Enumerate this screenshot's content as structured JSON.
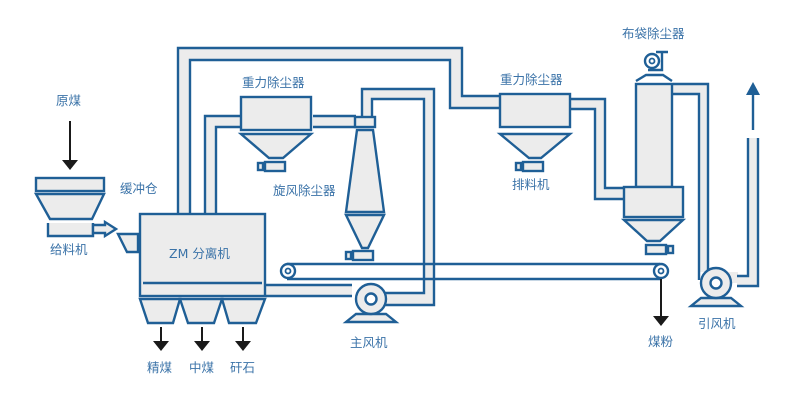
{
  "diagram": {
    "colors": {
      "line": "#1f5f96",
      "fill": "#ececec",
      "text": "#3b73a8",
      "arrow": "#1a1a1a"
    },
    "labels": {
      "raw_coal": "原煤",
      "buffer_bin": "缓冲仓",
      "feeder": "给料机",
      "zm_separator": "ZM 分离机",
      "gravity_collector_1": "重力除尘器",
      "cyclone_collector": "旋风除尘器",
      "gravity_collector_2": "重力除尘器",
      "discharger": "排料机",
      "bag_filter": "布袋除尘器",
      "main_fan": "主风机",
      "induced_fan": "引风机",
      "clean_coal": "精煤",
      "middlings": "中煤",
      "gangue": "矸石",
      "coal_powder": "煤粉"
    }
  }
}
